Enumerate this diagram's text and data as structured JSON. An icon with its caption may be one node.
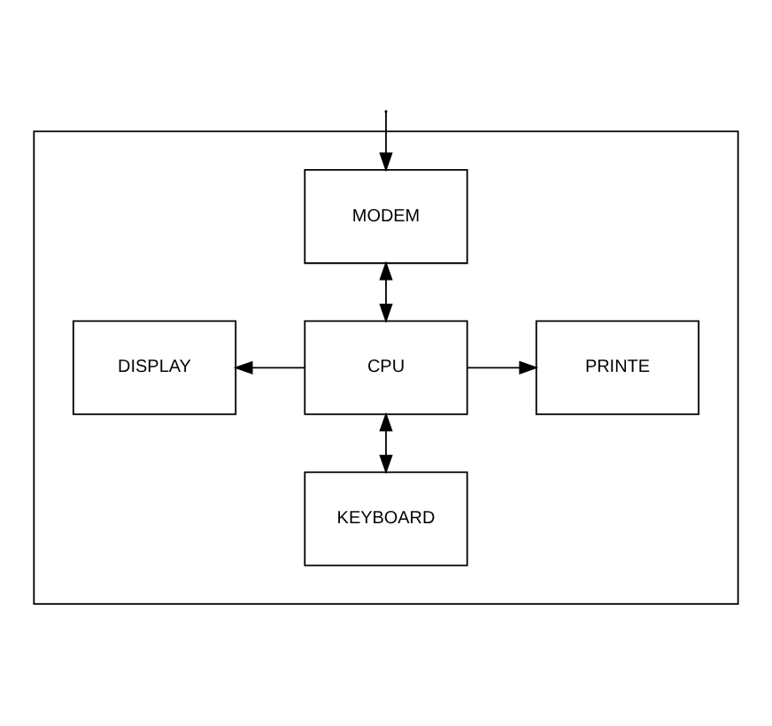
{
  "diagram": {
    "nodes": [
      {
        "text": [],
        "shape": "box"
      },
      {
        "text": [
          "MODEM"
        ],
        "in": 0
      },
      {
        "text": [
          "DISPLAY"
        ],
        "in": 0
      },
      {
        "text": [
          "CPU"
        ],
        "in": 0
      },
      {
        "text": [
          "PRINTE"
        ],
        "in": 0
      },
      {
        "text": [
          "KEYBOARD"
        ],
        "in": 0
      }
    ],
    "edges": [
      {
        "from": null,
        "to": 1,
        "arrow": "to"
      },
      {
        "from": 1,
        "to": 3,
        "arrow": "both"
      },
      {
        "from": 3,
        "to": 2,
        "arrow": "to"
      },
      {
        "from": 3,
        "to": 4,
        "arrow": "to"
      },
      {
        "from": 3,
        "to": 5,
        "arrow": "both"
      }
    ]
  }
}
